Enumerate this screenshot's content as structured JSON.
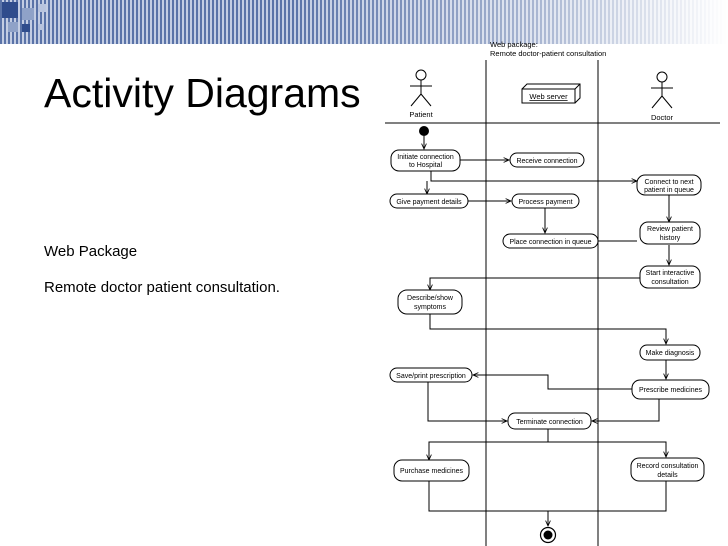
{
  "slide": {
    "title": "Activity Diagrams",
    "lines": [
      "Web Package",
      "Remote doctor patient consultation."
    ]
  },
  "diagram": {
    "package_line1": "Web package:",
    "package_line2": "Remote doctor-patient consultation",
    "patient_label": "Patient",
    "doctor_label": "Doctor",
    "web_server_label": "Web server",
    "activities": {
      "initiate": [
        "Initiate connection",
        "to Hospital"
      ],
      "receive": [
        "Receive connection"
      ],
      "connect_next": [
        "Connect to next",
        "patient in queue"
      ],
      "give_payment": [
        "Give payment details"
      ],
      "process_payment": [
        "Process payment"
      ],
      "review_history": [
        "Review patient",
        "history"
      ],
      "place_queue": [
        "Place connection in queue"
      ],
      "start_interactive": [
        "Start interactive",
        "consultation"
      ],
      "describe": [
        "Describe/show",
        "symptoms"
      ],
      "make_diagnosis": [
        "Make diagnosis"
      ],
      "save_print": [
        "Save/print prescription"
      ],
      "prescribe": [
        "Prescribe medicines"
      ],
      "terminate": [
        "Terminate connection"
      ],
      "purchase": [
        "Purchase medicines"
      ],
      "record": [
        "Record consultation",
        "details"
      ]
    }
  },
  "colors": {
    "header_dark": "#5a73a8",
    "header_light": "#c3cde3"
  }
}
